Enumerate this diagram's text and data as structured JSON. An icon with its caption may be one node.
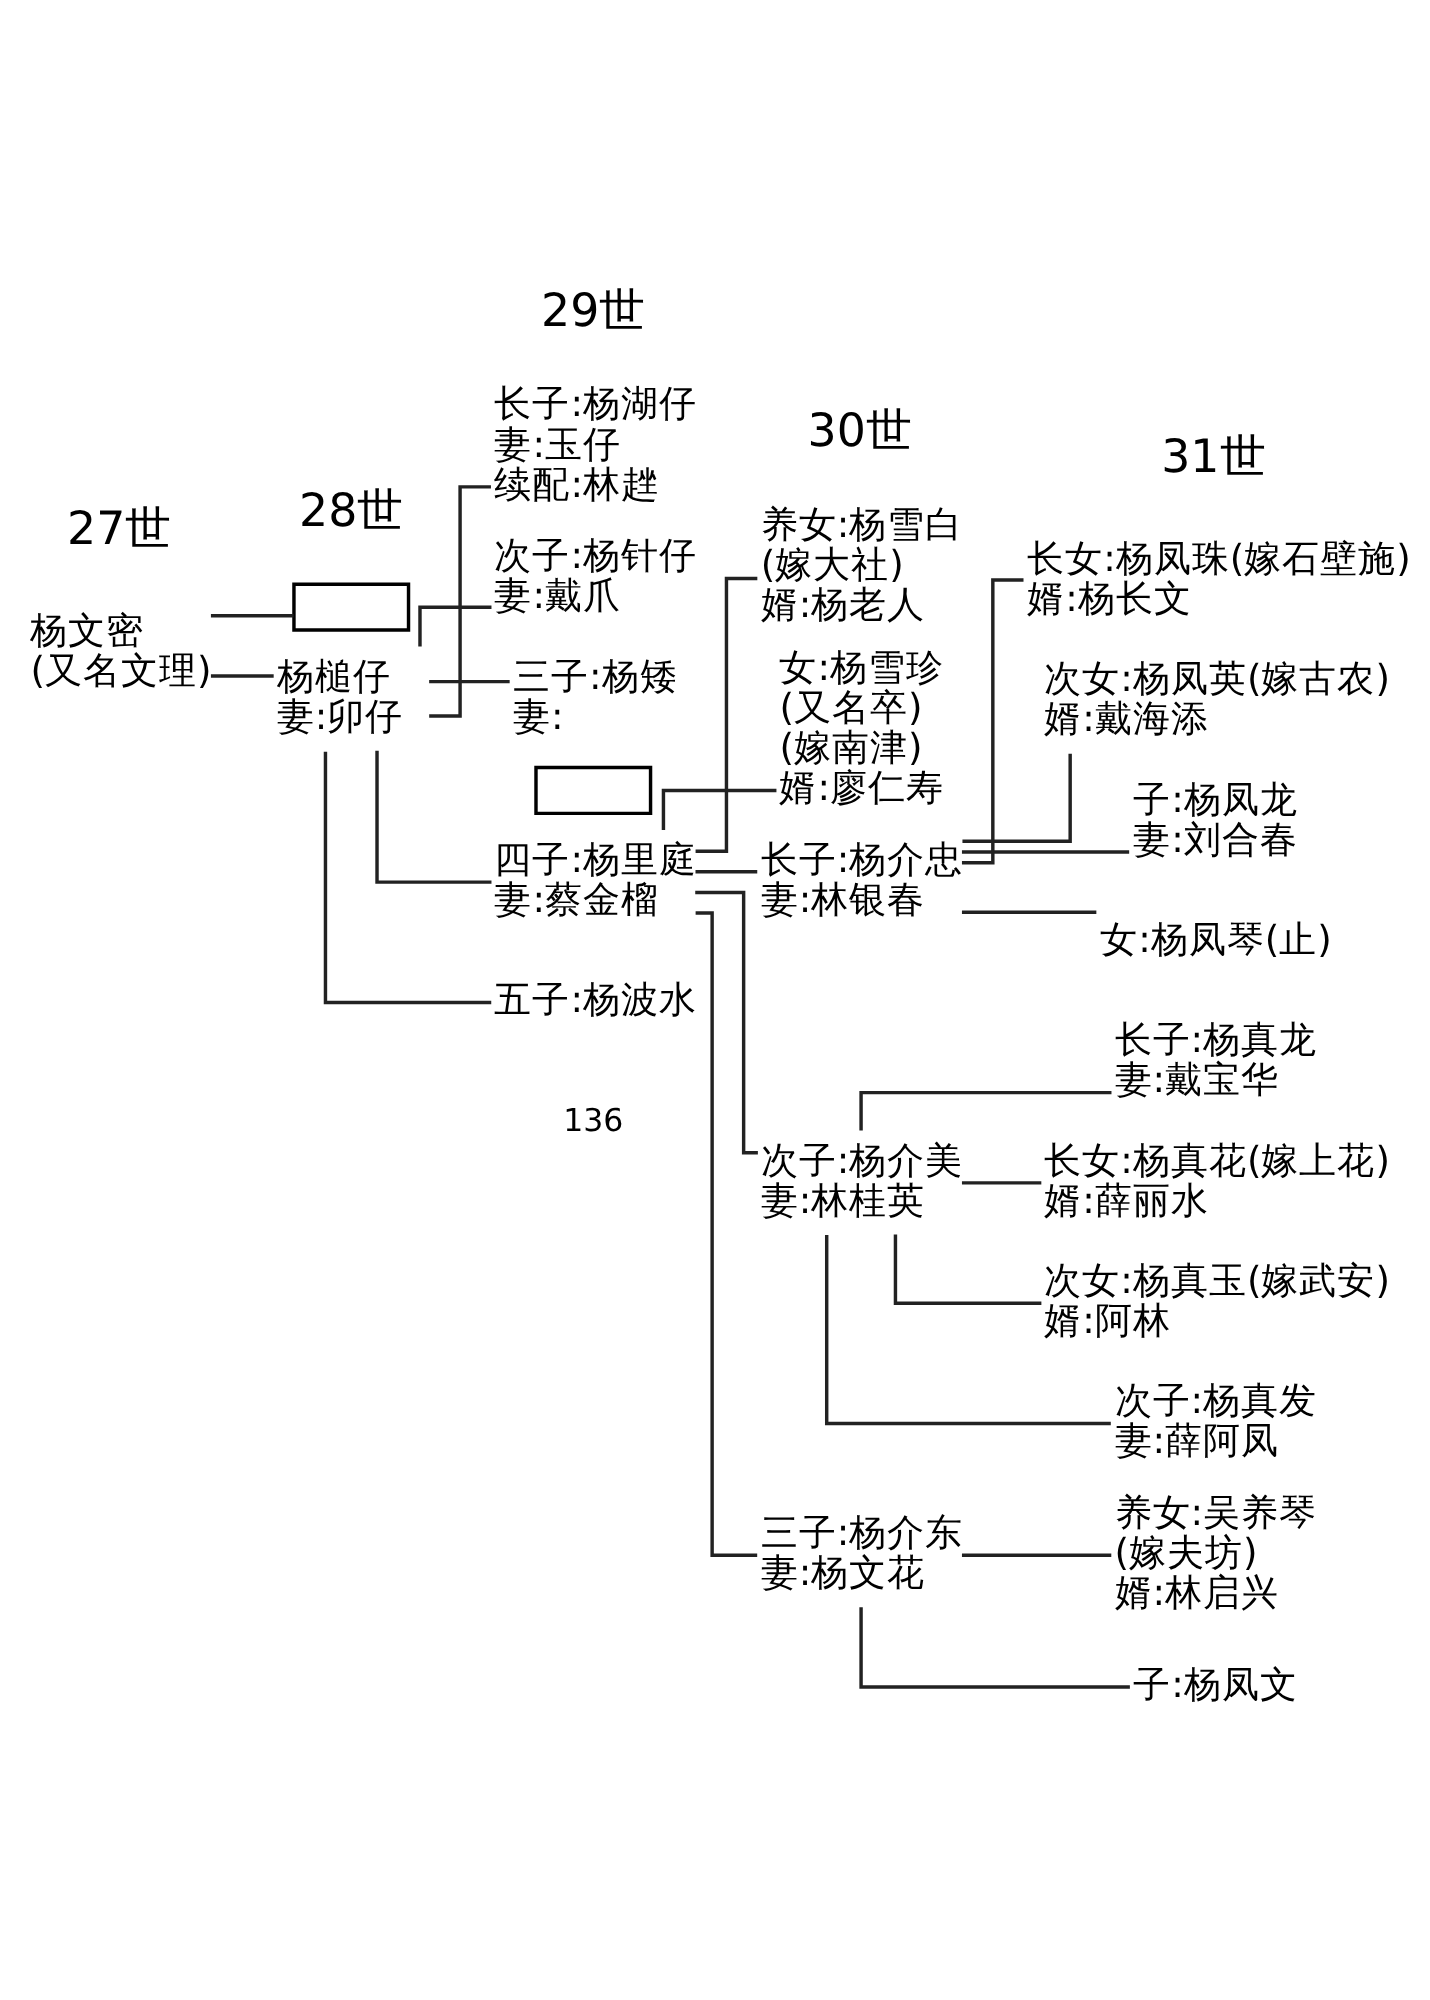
{
  "diagram": {
    "nodes": [
      {
        "text": [
          "杨文密",
          "(又名文理)"
        ]
      },
      {
        "text": [],
        "shape": "box"
      },
      {
        "text": [
          "杨槌仔",
          "妻:卯仔"
        ]
      },
      {
        "text": [
          "长子:杨湖仔",
          "妻:玉仔",
          "续配:林趖"
        ]
      },
      {
        "text": [
          "次子:杨针仔",
          "妻:戴爪"
        ]
      },
      {
        "text": [
          "三子:杨矮",
          "妻:"
        ]
      },
      {
        "text": [],
        "shape": "box"
      },
      {
        "text": [
          "四子:杨里庭",
          "妻:蔡金榴"
        ]
      },
      {
        "text": [
          "五子:杨波水"
        ]
      },
      {
        "text": [
          "养女:杨雪白",
          "(嫁大社)",
          "婿:杨老人"
        ]
      },
      {
        "text": [
          "女:杨雪珍",
          "(又名卒)",
          "(嫁南津)",
          "婿:廖仁寿"
        ]
      },
      {
        "text": [
          "长子:杨介忠",
          "妻:林银春"
        ]
      },
      {
        "text": [
          "次子:杨介美",
          "妻:林桂英"
        ]
      },
      {
        "text": [
          "三子:杨介东",
          "妻:杨文花"
        ]
      },
      {
        "text": [
          "长女:杨凤珠(嫁石壁施)",
          "婿:杨长文"
        ]
      },
      {
        "text": [
          "次女:杨凤英(嫁古农)",
          "婿:戴海添"
        ]
      },
      {
        "text": [
          "子:杨凤龙",
          "妻:刘合春"
        ]
      },
      {
        "text": [
          "女:杨凤琴(止)"
        ]
      },
      {
        "text": [
          "长子:杨真龙",
          "妻:戴宝华"
        ]
      },
      {
        "text": [
          "长女:杨真花(嫁上花)",
          "婿:薛丽水"
        ]
      },
      {
        "text": [
          "次女:杨真玉(嫁武安)",
          "婿:阿林"
        ]
      },
      {
        "text": [
          "次子:杨真发",
          "妻:薛阿凤"
        ]
      },
      {
        "text": [
          "养女:吴养琴",
          "(嫁夫坊)",
          "婿:林启兴"
        ]
      },
      {
        "text": [
          "子:杨凤文"
        ]
      }
    ],
    "edges": [
      {
        "from": 0,
        "to": 1,
        "arrow": "none"
      },
      {
        "from": 0,
        "to": 2,
        "arrow": "none"
      },
      {
        "from": 2,
        "to": 3,
        "arrow": "none"
      },
      {
        "from": 2,
        "to": 4,
        "arrow": "none"
      },
      {
        "from": 2,
        "to": 5,
        "arrow": "none"
      },
      {
        "from": 2,
        "to": 7,
        "arrow": "none"
      },
      {
        "from": 2,
        "to": 8,
        "arrow": "none"
      },
      {
        "from": 7,
        "to": 9,
        "arrow": "none"
      },
      {
        "from": 7,
        "to": 10,
        "arrow": "none"
      },
      {
        "from": 7,
        "to": 11,
        "arrow": "none"
      },
      {
        "from": 7,
        "to": 12,
        "arrow": "none"
      },
      {
        "from": 7,
        "to": 13,
        "arrow": "none"
      },
      {
        "from": 11,
        "to": 14,
        "arrow": "none"
      },
      {
        "from": 11,
        "to": 15,
        "arrow": "none"
      },
      {
        "from": 11,
        "to": 16,
        "arrow": "none"
      },
      {
        "from": 11,
        "to": 17,
        "arrow": "none"
      },
      {
        "from": 12,
        "to": 18,
        "arrow": "none"
      },
      {
        "from": 12,
        "to": 19,
        "arrow": "none"
      },
      {
        "from": 12,
        "to": 20,
        "arrow": "none"
      },
      {
        "from": 12,
        "to": 21,
        "arrow": "none"
      },
      {
        "from": 13,
        "to": 22,
        "arrow": "none"
      },
      {
        "from": 13,
        "to": 23,
        "arrow": "none"
      }
    ],
    "labels": [
      "27世",
      "28世",
      "29世",
      "30世",
      "31世",
      "136"
    ]
  }
}
